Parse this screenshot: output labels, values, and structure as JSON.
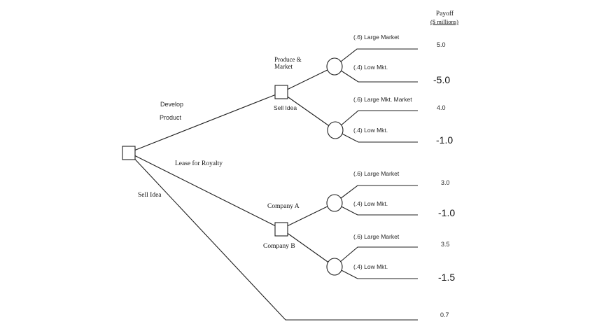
{
  "header": {
    "payoff_line1": "Payoff",
    "payoff_line2": "($ millions)"
  },
  "tree": {
    "root_branches": {
      "develop_line1": "Develop",
      "develop_line2": "Product",
      "lease": "Lease for Royalty",
      "sell": "Sell Idea"
    },
    "develop_branches": {
      "produce_line1": "Produce &",
      "produce_line2": "Market",
      "sell": "Sell Idea"
    },
    "company_branches": {
      "a": "Company A",
      "b": "Company B"
    }
  },
  "outcomes": [
    {
      "label": "(.6) Large Market",
      "payoff": "5.0"
    },
    {
      "label": "(.4) Low Mkt.",
      "payoff": "-5.0"
    },
    {
      "label": "(.6) Large Mkt. Market",
      "payoff": "4.0"
    },
    {
      "label": "(.4) Low Mkt.",
      "payoff": "-1.0"
    },
    {
      "label": "(.6) Large Market",
      "payoff": "3.0"
    },
    {
      "label": "(.4) Low Mkt.",
      "payoff": "-1.0"
    },
    {
      "label": "(.6) Large Market",
      "payoff": "3.5"
    },
    {
      "label": "(.4) Low Mkt.",
      "payoff": "-1.5"
    }
  ],
  "sell_idea_payoff": "0.7",
  "colors": {
    "line": "#1f1f1f",
    "background": "#ffffff"
  }
}
